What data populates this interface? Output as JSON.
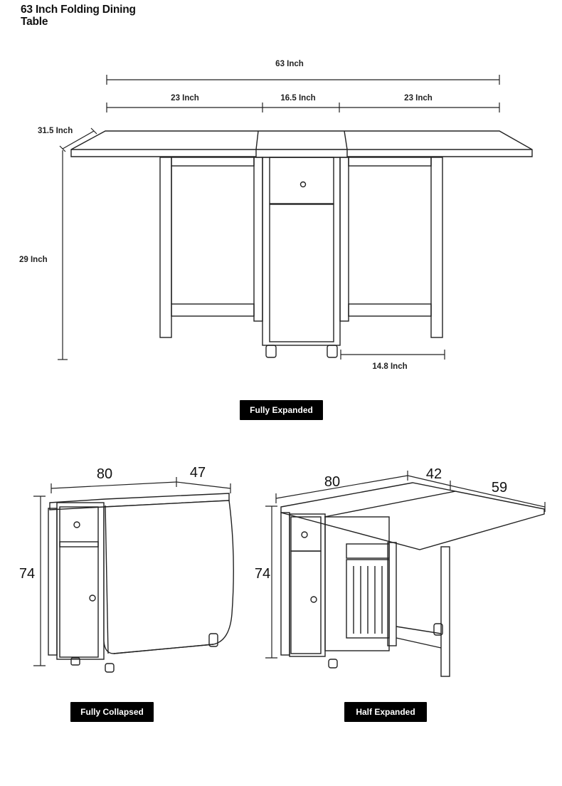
{
  "title": "63 Inch Folding Dining Table",
  "expanded": {
    "total_width": "63 Inch",
    "left_leaf": "23 Inch",
    "center": "16.5 Inch",
    "right_leaf": "23 Inch",
    "depth": "31.5 Inch",
    "height": "29 Inch",
    "base_width": "14.8 Inch",
    "label": "Fully Expanded"
  },
  "collapsed": {
    "width": "80",
    "depth": "47",
    "height": "74",
    "label": "Fully Collapsed"
  },
  "half": {
    "width": "80",
    "depth": "42",
    "leaf": "59",
    "height": "74",
    "label": "Half Expanded"
  }
}
